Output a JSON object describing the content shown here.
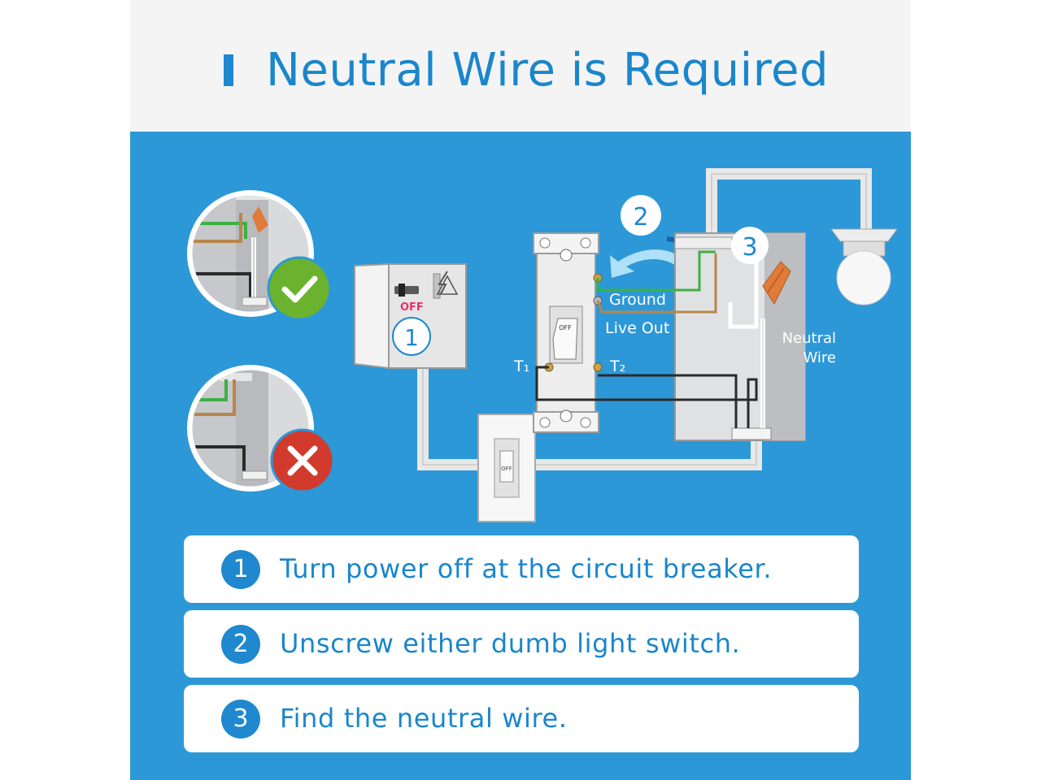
{
  "header": {
    "title": "Neutral Wire is Required"
  },
  "diagram": {
    "breaker_label": "OFF",
    "callouts": [
      "1",
      "2",
      "3"
    ],
    "wire_labels": {
      "ground": "Ground",
      "live_out": "Live Out",
      "neutral_line1": "Neutral",
      "neutral_line2": "Wire",
      "t1": "T₁",
      "t2": "T₂"
    },
    "switch_off_label": "OFF",
    "status_icons": [
      "check-icon",
      "cross-icon"
    ]
  },
  "steps": [
    {
      "number": "1",
      "text": "Turn power off at the circuit breaker."
    },
    {
      "number": "2",
      "text": "Unscrew either dumb light switch."
    },
    {
      "number": "3",
      "text": "Find the neutral wire."
    }
  ],
  "colors": {
    "background_blue": "#2c98d8",
    "header_bg": "#f4f4f4",
    "accent_blue": "#1f88cf",
    "check_green": "#6bb32e",
    "cross_red": "#d13a2c",
    "ground_wire": "#3cb043",
    "live_wire": "#b8864b",
    "wire_connector": "#e07b3a",
    "breaker_off_text": "#e8306a"
  }
}
